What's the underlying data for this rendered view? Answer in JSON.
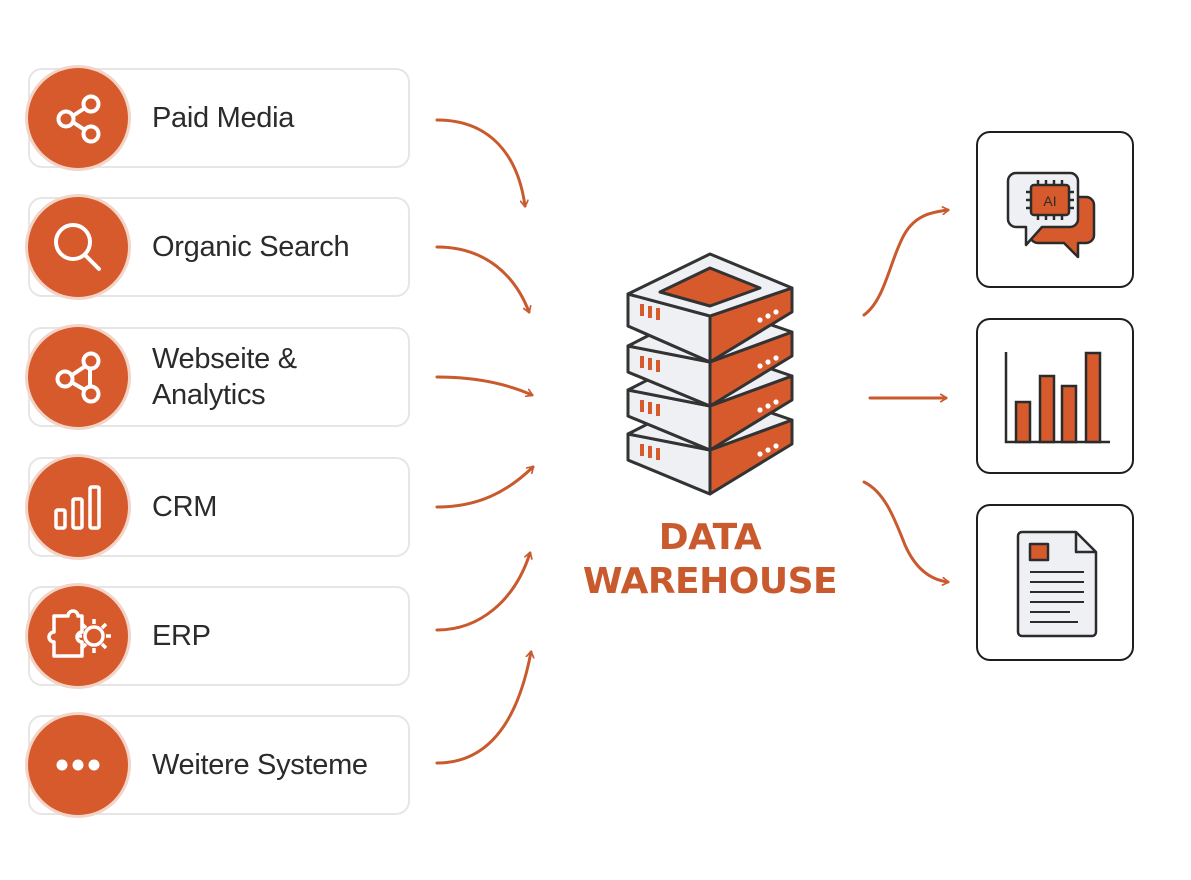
{
  "colors": {
    "accent": "#d65a2c",
    "title": "#c95a2e",
    "outline": "#1e1e1e",
    "card_border": "#e6e6e6"
  },
  "sources": [
    {
      "label": "Paid Media",
      "icon": "share-icon"
    },
    {
      "label": "Organic Search",
      "icon": "search-icon"
    },
    {
      "label": "Webseite &\nAnalytics",
      "icon": "network-icon"
    },
    {
      "label": "CRM",
      "icon": "bar-chart-icon"
    },
    {
      "label": "ERP",
      "icon": "puzzle-gear-icon"
    },
    {
      "label": "Weitere Systeme",
      "icon": "more-icon"
    }
  ],
  "warehouse": {
    "title_line1": "DATA",
    "title_line2": "WAREHOUSE",
    "icon": "server-stack-icon"
  },
  "outputs": [
    {
      "icon": "ai-chat-icon",
      "chip_text": "AI"
    },
    {
      "icon": "bar-chart-icon"
    },
    {
      "icon": "report-document-icon"
    }
  ]
}
